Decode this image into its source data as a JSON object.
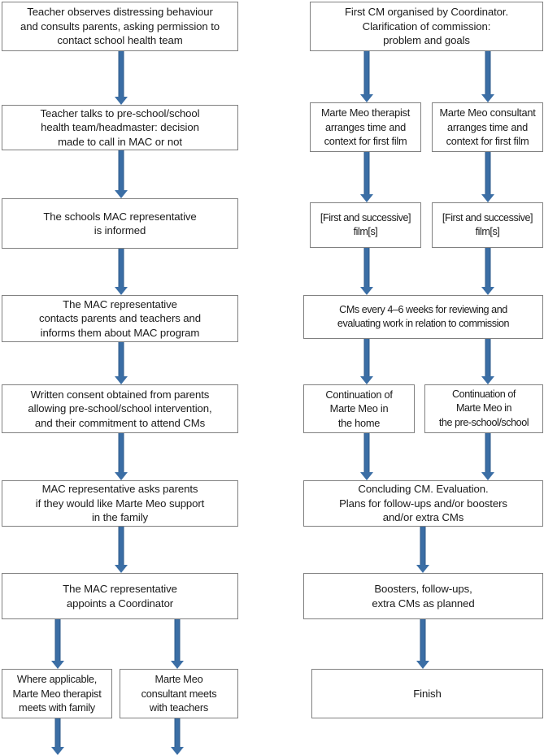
{
  "diagram": {
    "title": "Marte Meo / MAC referral and intervention flowchart",
    "colors": {
      "arrow": "#3b6ea5",
      "box_border": "#808080",
      "text": "#1a1a1a",
      "background": "#ffffff"
    }
  },
  "left_column": {
    "nodes": [
      {
        "id": "teacher-observes",
        "text": "Teacher observes distressing behaviour\nand consults parents, asking permission to\ncontact school health team"
      },
      {
        "id": "teacher-talks",
        "text": "Teacher talks to pre-school/school\nhealth team/headmaster: decision\nmade to call in MAC or not"
      },
      {
        "id": "mac-representative-informed",
        "text": "The schools MAC representative\nis informed"
      },
      {
        "id": "mac-contacts-parents",
        "text": "The MAC representative\ncontacts parents and teachers and\ninforms them about MAC program"
      },
      {
        "id": "written-consent",
        "text": "Written consent obtained from parents\nallowing pre-school/school intervention,\nand their commitment to attend CMs"
      },
      {
        "id": "mac-asks-parents",
        "text": "MAC representative asks parents\nif they would like Marte Meo support\nin the family"
      },
      {
        "id": "appoints-coordinator",
        "text": "The MAC representative\nappoints a Coordinator"
      },
      {
        "id": "therapist-meets-family",
        "text": "Where applicable,\nMarte Meo therapist\nmeets with family"
      },
      {
        "id": "consultant-meets-teachers",
        "text": "Marte Meo\nconsultant meets\nwith teachers"
      }
    ]
  },
  "right_column": {
    "nodes": [
      {
        "id": "first-cm",
        "text": "First CM organised by Coordinator.\nClarification of commission:\nproblem and goals"
      },
      {
        "id": "therapist-arranges-film",
        "text": "Marte Meo therapist\narranges time and\ncontext for first film"
      },
      {
        "id": "consultant-arranges-film",
        "text": "Marte Meo consultant\narranges time and\ncontext for first film"
      },
      {
        "id": "first-films-left",
        "text": "[First and successive]\nfilm[s]"
      },
      {
        "id": "first-films-right",
        "text": "[First and successive]\nfilm[s]"
      },
      {
        "id": "cms-every-4-6-weeks",
        "text": "CMs every 4–6 weeks for reviewing and\nevaluating work in relation to commission"
      },
      {
        "id": "continuation-home",
        "text": "Continuation of\nMarte Meo in\nthe home"
      },
      {
        "id": "continuation-school",
        "text": "Continuation of\nMarte Meo in\nthe pre-school/school"
      },
      {
        "id": "concluding-cm",
        "text": "Concluding CM. Evaluation.\nPlans for follow-ups and/or boosters\nand/or extra CMs"
      },
      {
        "id": "boosters-followups",
        "text": "Boosters, follow-ups,\nextra CMs as planned"
      },
      {
        "id": "finish",
        "text": "Finish"
      }
    ]
  }
}
